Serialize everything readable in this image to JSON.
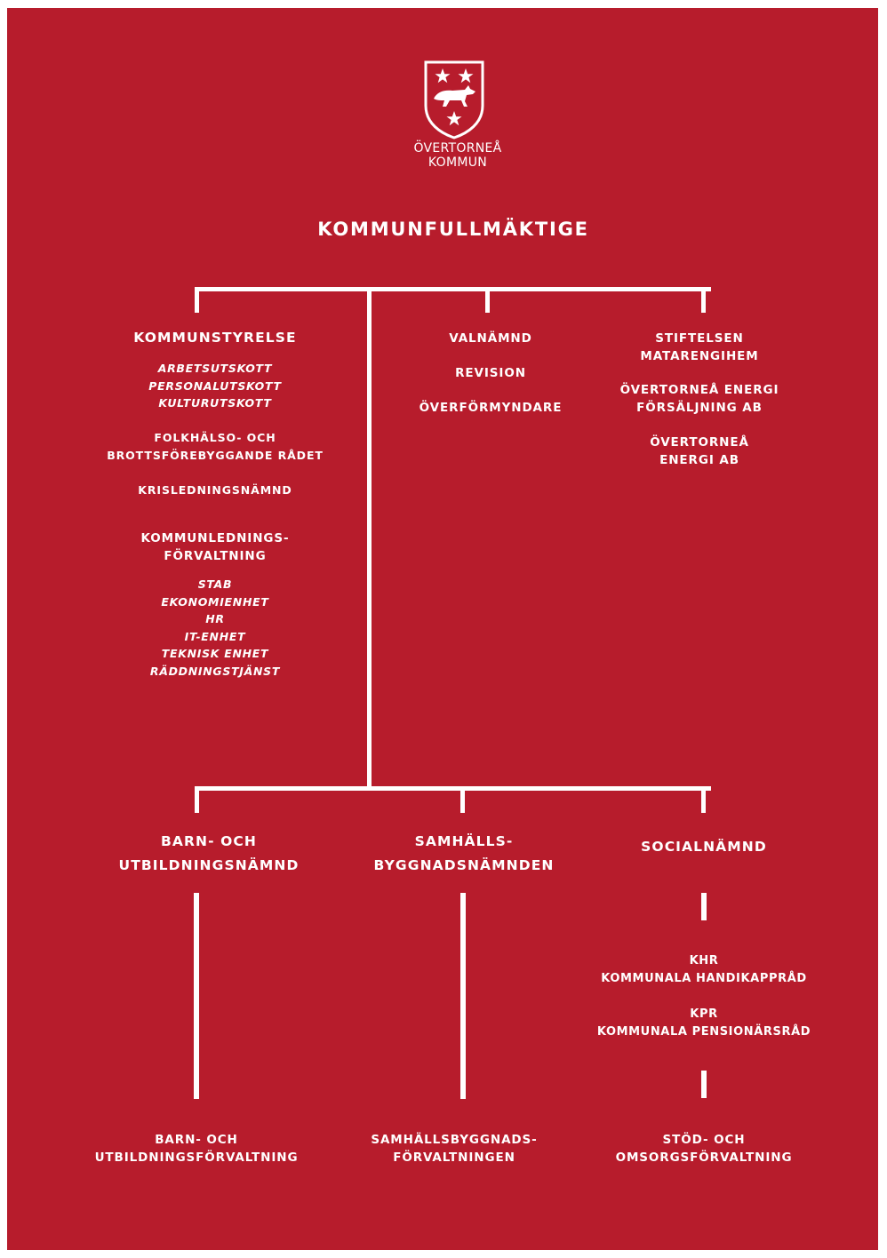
{
  "colors": {
    "background": "#B71C2C",
    "foreground": "#FFFFFF"
  },
  "logo": {
    "icon": "coat-of-arms-fox-stars-icon",
    "line1": "ÖVERTORNEÅ",
    "line2": "KOMMUN"
  },
  "title": "KOMMUNFULLMÄKTIGE",
  "kommunstyrelse": {
    "title": "KOMMUNSTYRELSE",
    "utskott": [
      "ARBETSUTSKOTT",
      "PERSONALUTSKOTT",
      "KULTURUTSKOTT"
    ],
    "folkhalso": [
      "FOLKHÄLSO- OCH",
      "BROTTSFÖREBYGGANDE RÅDET"
    ],
    "krisledning": "KRISLEDNINGSNÄMND",
    "forvaltning": [
      "KOMMUNLEDNINGS-",
      "FÖRVALTNING"
    ],
    "enheter": [
      "STAB",
      "EKONOMIENHET",
      "HR",
      "IT-ENHET",
      "TEKNISK ENHET",
      "RÄDDNINGSTJÄNST"
    ]
  },
  "middle_column": [
    "VALNÄMND",
    "REVISION",
    "ÖVERFÖRMYNDARE"
  ],
  "right_column": {
    "stiftelsen": [
      "STIFTELSEN",
      "MATARENGIHEM"
    ],
    "energi_forsaljning": [
      "ÖVERTORNEÅ ENERGI",
      "FÖRSÄLJNING AB"
    ],
    "energi": [
      "ÖVERTORNEÅ",
      "ENERGI AB"
    ]
  },
  "namnder": {
    "barn": [
      "BARN- OCH",
      "UTBILDNINGSNÄMND"
    ],
    "samhall": [
      "SAMHÄLLS-",
      "BYGGNADSNÄMNDEN"
    ],
    "social": "SOCIALNÄMND"
  },
  "rad": {
    "khr_abbr": "KHR",
    "khr_name": "KOMMUNALA HANDIKAPPRÅD",
    "kpr_abbr": "KPR",
    "kpr_name": "KOMMUNALA PENSIONÄRSRÅD"
  },
  "forvaltningar": {
    "barn": [
      "BARN- OCH",
      "UTBILDNINGSFÖRVALTNING"
    ],
    "samhall": [
      "SAMHÄLLSBYGGNADS-",
      "FÖRVALTNINGEN"
    ],
    "stod": [
      "STÖD- OCH",
      "OMSORGSFÖRVALTNING"
    ]
  }
}
